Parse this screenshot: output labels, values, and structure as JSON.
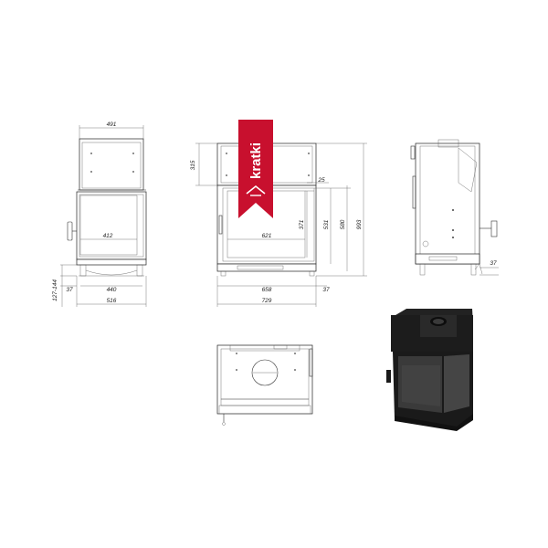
{
  "brand": {
    "name": "kratki",
    "color": "#c8102e"
  },
  "dimensions": {
    "front": {
      "top_width": "491",
      "door_width": "412",
      "base_width": "440",
      "outer_width": "516",
      "foot_offset": "37",
      "leg_height": "127-144"
    },
    "side": {
      "top_height": "315",
      "inner_width": "621",
      "outer_width": "658",
      "total_width": "729",
      "right_offset": "37",
      "glass_offset": "25",
      "glass_height": "371",
      "opening_height": "531",
      "door_height": "580",
      "total_height": "993"
    },
    "right": {
      "bottom_offset": "37"
    }
  },
  "colors": {
    "line": "#333333",
    "render_body": "#1a1a1a",
    "render_glass": "#3a3a3a"
  }
}
